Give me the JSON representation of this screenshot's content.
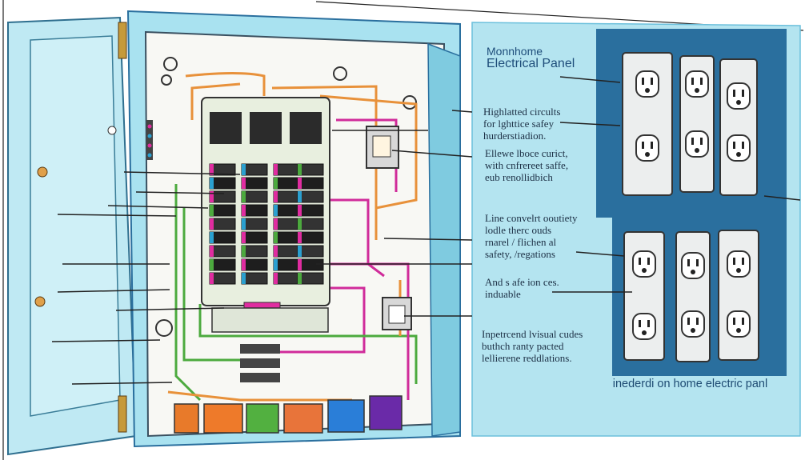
{
  "title": {
    "line1": "Monnhome",
    "line2": "Electrical Panel"
  },
  "callouts": [
    {
      "lines": [
        "Highlatted circults",
        "for lghttice safey",
        "hurderstiadion."
      ]
    },
    {
      "lines": [
        "Ellewe lboce curict,",
        "with cnfrereet saffe,",
        "eub renollidbich"
      ]
    },
    {
      "lines": [
        "Line convelrt ooutiety",
        "lodle therc ouds",
        "rnarel / flichen al",
        "safety, /regations"
      ]
    },
    {
      "lines": [
        "And s afe ion ces.",
        "induable"
      ]
    },
    {
      "lines": [
        "Inpetrcend lvisual cudes",
        "buthch ranty pacted",
        "lellierene reddlations."
      ]
    }
  ],
  "footer": "inederdi on home electric panl",
  "colors": {
    "panel_bg": "#a9e2f0",
    "frame_blue": "#2a6f9e",
    "wire_orange": "#e8913a",
    "wire_magenta": "#d02c9a",
    "wire_green": "#4caa3e",
    "outlet_plate": "#eceeee"
  }
}
